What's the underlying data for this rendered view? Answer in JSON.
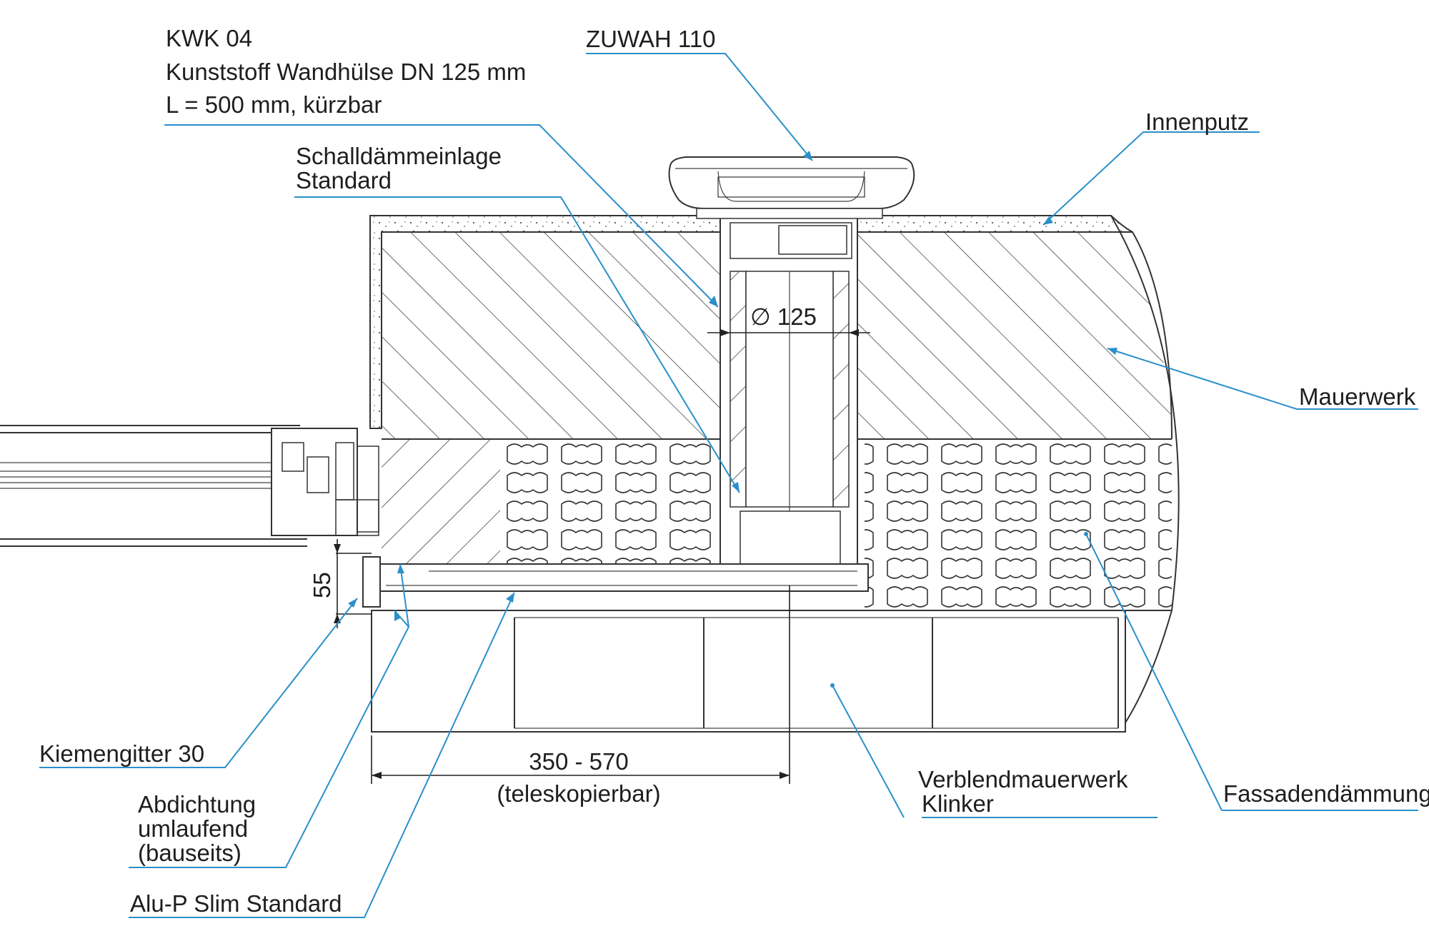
{
  "labels": {
    "kwk_line1": "KWK 04",
    "kwk_line2": "Kunststoff Wandhülse DN 125 mm",
    "kwk_line3": "L = 500 mm, kürzbar",
    "zuwah": "ZUWAH 110",
    "schall_line1": "Schalldämmeinlage",
    "schall_line2": "Standard",
    "innenputz": "Innenputz",
    "mauerwerk": "Mauerwerk",
    "kiemengitter": "Kiemengitter 30",
    "abdichtung_line1": "Abdichtung",
    "abdichtung_line2": "umlaufend",
    "abdichtung_line3": "(bauseits)",
    "alu": "Alu-P Slim Standard",
    "verblend_line1": "Verblendmauerwerk",
    "verblend_line2": "Klinker",
    "fassade": "Fassadendämmung"
  },
  "dimensions": {
    "diameter": "∅ 125",
    "height_55": "55",
    "length": "350 - 570",
    "length_note": "(teleskopierbar)"
  },
  "colors": {
    "leader": "#2a8fca",
    "line": "#333333",
    "text": "#1e1e1e"
  }
}
